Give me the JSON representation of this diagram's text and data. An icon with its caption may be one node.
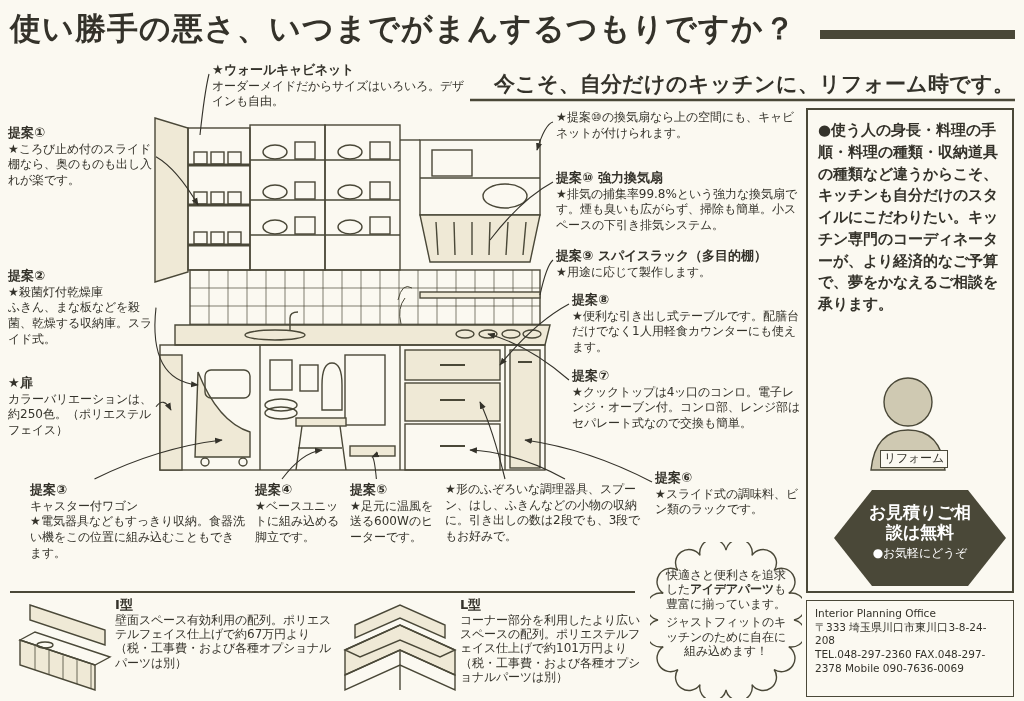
{
  "diagram": {
    "title": "使い勝手の悪さ、いつまでがまんするつもりですか？",
    "nodes": [
      {
        "text": [
          "提案①",
          "★ころび止め付のスライド棚なら、奥のものも出し入れが楽です。"
        ]
      },
      {
        "text": [
          "★ウォールキャビネット",
          "オーダーメイドだからサイズはいろいろ。デザインも自由。"
        ]
      },
      {
        "text": [
          "★提案⑩の換気扇なら上の空間にも、キャビネットが付けられます。"
        ]
      },
      {
        "text": [
          "提案⑩ 強力換気扇",
          "★排気の捕集率99.8%という強力な換気扇です。煙も臭いも広がらず、掃除も簡単。小スペースの下引き排気システム。"
        ]
      },
      {
        "text": [
          "提案⑨ スパイスラック（多目的棚）",
          "★用途に応じて製作します。"
        ]
      },
      {
        "text": [
          "提案⑧",
          "★便利な引き出し式テーブルです。配膳台だけでなく1人用軽食カウンターにも使えます。"
        ]
      },
      {
        "text": [
          "提案⑦",
          "★クックトップは4ッ口のコンロ。電子レンジ・オーブン付。コンロ部、レンジ部はセパレート式なので交換も簡単。"
        ]
      },
      {
        "text": [
          "提案⑥",
          "★スライド式の調味料、ビン類のラックです。"
        ]
      },
      {
        "text": [
          "★形のふぞろいな調理器具、スプーン、はし、ふきんなどの小物の収納に。引き出しの数は2段でも、3段でもお好みで。"
        ]
      },
      {
        "text": [
          "提案⑤",
          "★足元に温風を送る600Wのヒーターです。"
        ]
      },
      {
        "text": [
          "提案④",
          "★ベースユニットに組み込める脚立です。"
        ]
      },
      {
        "text": [
          "提案③",
          "キャスター付ワゴン",
          "★電気器具などもすっきり収納。食器洗い機をこの位置に組み込むこともできます。"
        ]
      },
      {
        "text": [
          "★扉",
          "カラーバリエーションは、約250色。（ポリエステルフェイス）"
        ]
      },
      {
        "text": [
          "提案②",
          "★殺菌灯付乾燥庫",
          "ふきん、まな板などを殺菌、乾燥する収納庫。スライド式。"
        ]
      },
      {
        "text": [
          "I型",
          "壁面スペース有効利用の配列。ポリエステルフェイス仕上げで約67万円より",
          "（税・工事費・および各種オプショナルパーツは別）"
        ]
      },
      {
        "text": [
          "L型",
          "コーナー部分を利用したより広いスペースの配列。ポリエステルフェイス仕上げで約101万円より",
          "（税・工事費・および各種オプショナルパーツは別）"
        ]
      },
      {
        "text": [
          "快適さと便利さを追求した**アイデアパーツ**も豊富に揃っています。",
          "ジャストフィットのキッチンのために自在に組み込めます！"
        ]
      },
      {
        "text": [
          "●使う人の身長・料理の手順・料理の種類・収納道具の種類など違うからこそ、キッチンも自分だけのスタイルにこだわりたい。キッチン専門のコーディネーターが、より経済的なご予算で、夢をかなえるご相談を承ります。"
        ]
      },
      {
        "text": [
          "お見積りご相談は無料",
          "●お気軽にどうぞ"
        ],
        "in": 17
      },
      {
        "text": [
          "Interior Planning Office",
          "〒333 埼玉県川口市東川口3-8-24-208",
          "TEL.048-297-2360 FAX.048-297-2378 Mobile 090-7636-0069"
        ]
      }
    ],
    "edges": [
      {
        "from": 0,
        "to": null,
        "arrow": "to"
      },
      {
        "from": 1,
        "to": null,
        "arrow": "none"
      },
      {
        "from": 2,
        "to": null,
        "arrow": "to"
      },
      {
        "from": 3,
        "to": null,
        "arrow": "none"
      },
      {
        "from": 4,
        "to": null,
        "arrow": "none"
      },
      {
        "from": 5,
        "to": null,
        "arrow": "to"
      },
      {
        "from": 6,
        "to": null,
        "arrow": "to"
      },
      {
        "from": 7,
        "to": null,
        "arrow": "to"
      },
      {
        "from": 8,
        "to": null,
        "arrow": "to"
      },
      {
        "from": 8,
        "to": null,
        "arrow": "to"
      },
      {
        "from": 9,
        "to": null,
        "arrow": "to"
      },
      {
        "from": 10,
        "to": null,
        "arrow": "to"
      },
      {
        "from": 11,
        "to": null,
        "arrow": "to"
      },
      {
        "from": 12,
        "to": null,
        "arrow": "to"
      },
      {
        "from": 13,
        "to": null,
        "arrow": "to"
      }
    ],
    "labels": [
      "今こそ、自分だけのキッチンに、リフォーム時です。",
      "リフォーム"
    ]
  }
}
